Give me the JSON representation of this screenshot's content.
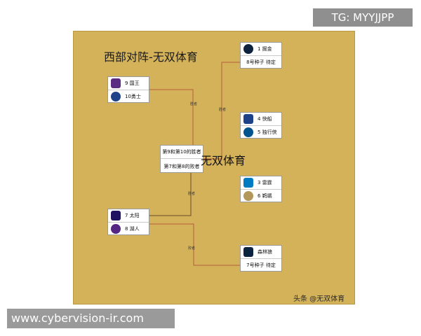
{
  "overlay": {
    "tg": "TG: MYYJJPP",
    "site": "www.cybervision-ir.com"
  },
  "title": "西部对阵-无双体育",
  "watermark": "无双体育",
  "credit": "头条 @无双体育",
  "line_tag": "胜者",
  "line_tag_loser": "败者",
  "teams": [
    {
      "key": "kings",
      "label": "9 国王",
      "logo_color": "#5a2d82",
      "logo": "kings-logo"
    },
    {
      "key": "warriors",
      "label": "10勇士",
      "logo_color": "#1d428a",
      "logo": "warriors-logo"
    },
    {
      "key": "nuggets",
      "label": "1 掘金",
      "logo_color": "#0e2240",
      "logo": "nuggets-logo"
    },
    {
      "key": "clippers",
      "label": "4 快船",
      "logo_color": "#1d428a",
      "logo": "clippers-logo"
    },
    {
      "key": "mavericks",
      "label": "5 独行侠",
      "logo_color": "#00538c",
      "logo": "mavericks-logo"
    },
    {
      "key": "thunder",
      "label": "3 雷霆",
      "logo_color": "#007ac1",
      "logo": "thunder-logo"
    },
    {
      "key": "pelicans",
      "label": "6 鹈鹕",
      "logo_color": "#b4975a",
      "logo": "pelicans-logo"
    },
    {
      "key": "suns",
      "label": "7 太阳",
      "logo_color": "#1d1160",
      "logo": "suns-logo"
    },
    {
      "key": "lakers",
      "label": "8 湖人",
      "logo_color": "#552583",
      "logo": "lakers-logo"
    },
    {
      "key": "timberwolves",
      "label": "森林狼",
      "logo_color": "#0c2340",
      "logo": "timberwolves-logo"
    }
  ],
  "seeds": {
    "eighth": "8号种子 待定",
    "seventh": "7号种子 待定"
  },
  "playin": {
    "winner_line": "第9和第10的胜者",
    "loser_line": "第7和第8的败者"
  },
  "colors": {
    "board": "#d3b25a",
    "line": "#b5603a"
  }
}
